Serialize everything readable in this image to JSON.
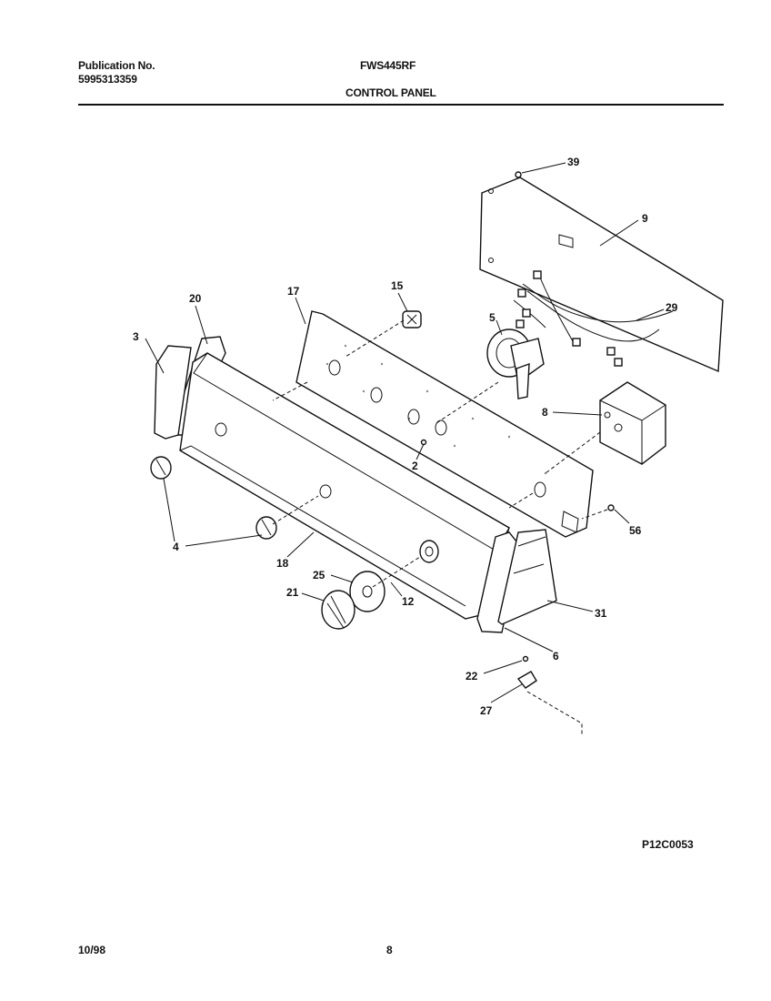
{
  "header": {
    "publication_label": "Publication No.",
    "publication_number": "5995313359",
    "model": "FWS445RF",
    "section_title": "CONTROL PANEL"
  },
  "footer": {
    "date": "10/98",
    "page_number": "8"
  },
  "figure_code": "P12C0053",
  "callouts": {
    "c39": "39",
    "c9": "9",
    "c17": "17",
    "c15": "15",
    "c20": "20",
    "c29": "29",
    "c5": "5",
    "c3": "3",
    "c8": "8",
    "c2": "2",
    "c4": "4",
    "c56": "56",
    "c18": "18",
    "c25": "25",
    "c21": "21",
    "c12": "12",
    "c31": "31",
    "c6": "6",
    "c22": "22",
    "c27": "27"
  }
}
